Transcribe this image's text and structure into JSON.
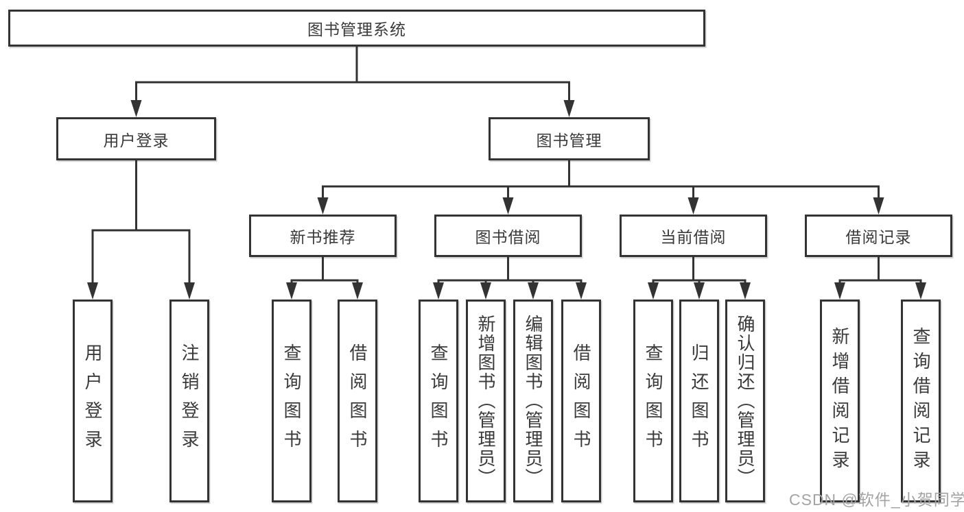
{
  "title": "图书管理系统",
  "watermark": "CSDN @软件_小贺同学",
  "colors": {
    "line": "#333333",
    "text": "#3a3a3a",
    "watermark": "#a3a3a3",
    "background": "#ffffff"
  },
  "nodes": [
    {
      "id": "root",
      "label": "图书管理系统",
      "kind": "horizontal",
      "parent": null
    },
    {
      "id": "user-login",
      "label": "用户登录",
      "kind": "horizontal",
      "parent": "root"
    },
    {
      "id": "book-management",
      "label": "图书管理",
      "kind": "horizontal",
      "parent": "root"
    },
    {
      "id": "new-book-recommend",
      "label": "新书推荐",
      "kind": "horizontal",
      "parent": "book-management"
    },
    {
      "id": "book-borrowing",
      "label": "图书借阅",
      "kind": "horizontal",
      "parent": "book-management"
    },
    {
      "id": "current-borrowing",
      "label": "当前借阅",
      "kind": "horizontal",
      "parent": "book-management"
    },
    {
      "id": "borrowing-records",
      "label": "借阅记录",
      "kind": "horizontal",
      "parent": "book-management"
    },
    {
      "id": "leaf-user-login",
      "label": "用户登录",
      "kind": "vertical",
      "parent": "user-login"
    },
    {
      "id": "leaf-logout-login",
      "label": "注销登录",
      "kind": "vertical",
      "parent": "user-login"
    },
    {
      "id": "leaf-query-books-recommend",
      "label": "查询图书",
      "kind": "vertical",
      "parent": "new-book-recommend"
    },
    {
      "id": "leaf-borrow-books-recommend",
      "label": "借阅图书",
      "kind": "vertical",
      "parent": "new-book-recommend"
    },
    {
      "id": "leaf-query-books-borrowing",
      "label": "查询图书",
      "kind": "vertical",
      "parent": "book-borrowing"
    },
    {
      "id": "leaf-add-books-admin",
      "label": "新增图书（管理员）",
      "kind": "vertical",
      "parent": "book-borrowing"
    },
    {
      "id": "leaf-edit-books-admin",
      "label": "编辑图书（管理员）",
      "kind": "vertical",
      "parent": "book-borrowing"
    },
    {
      "id": "leaf-borrow-books-borrowing",
      "label": "借阅图书",
      "kind": "vertical",
      "parent": "book-borrowing"
    },
    {
      "id": "leaf-query-books-current",
      "label": "查询图书",
      "kind": "vertical",
      "parent": "current-borrowing"
    },
    {
      "id": "leaf-return-books",
      "label": "归还图书",
      "kind": "vertical",
      "parent": "current-borrowing"
    },
    {
      "id": "leaf-confirm-return-admin",
      "label": "确认归还（管理员）",
      "kind": "vertical",
      "parent": "current-borrowing"
    },
    {
      "id": "leaf-add-borrow-record",
      "label": "新增借阅记录",
      "kind": "vertical",
      "parent": "borrowing-records"
    },
    {
      "id": "leaf-query-borrow-record",
      "label": "查询借阅记录",
      "kind": "vertical",
      "parent": "borrowing-records"
    }
  ]
}
